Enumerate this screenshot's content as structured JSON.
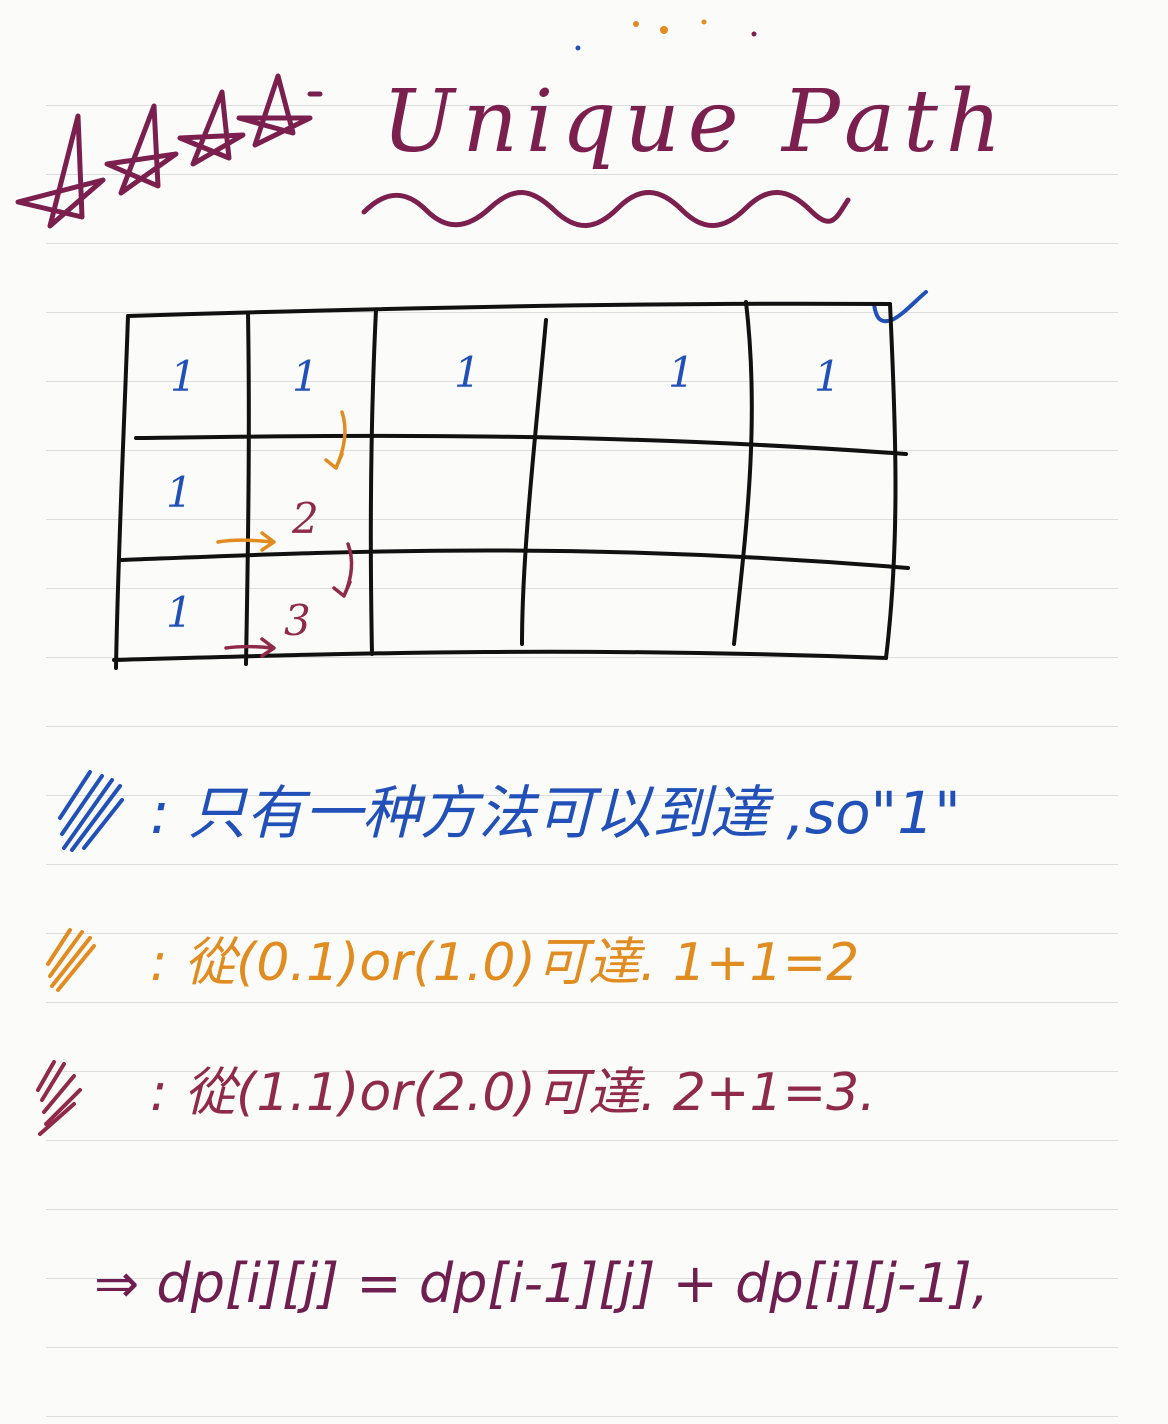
{
  "title": "Unique Path",
  "grid": {
    "rows": [
      [
        "1",
        "1",
        "1",
        "1",
        "1"
      ],
      [
        "1",
        "2",
        "",
        "",
        ""
      ],
      [
        "1",
        "3",
        "",
        "",
        ""
      ]
    ]
  },
  "notes": [
    {
      "text": ": 只有一种方法可以到達 ,so\"1\"",
      "color": "#2151b8"
    },
    {
      "text": ": 從(0.1)or(1.0)可達. 1+1=2",
      "color": "#e18c20"
    },
    {
      "text": ": 從(1.1)or(2.0)可達. 2+1=3.",
      "color": "#8f2a4b"
    }
  ],
  "formula": "⇒ dp[i][j] = dp[i-1][j] + dp[i][j-1],"
}
